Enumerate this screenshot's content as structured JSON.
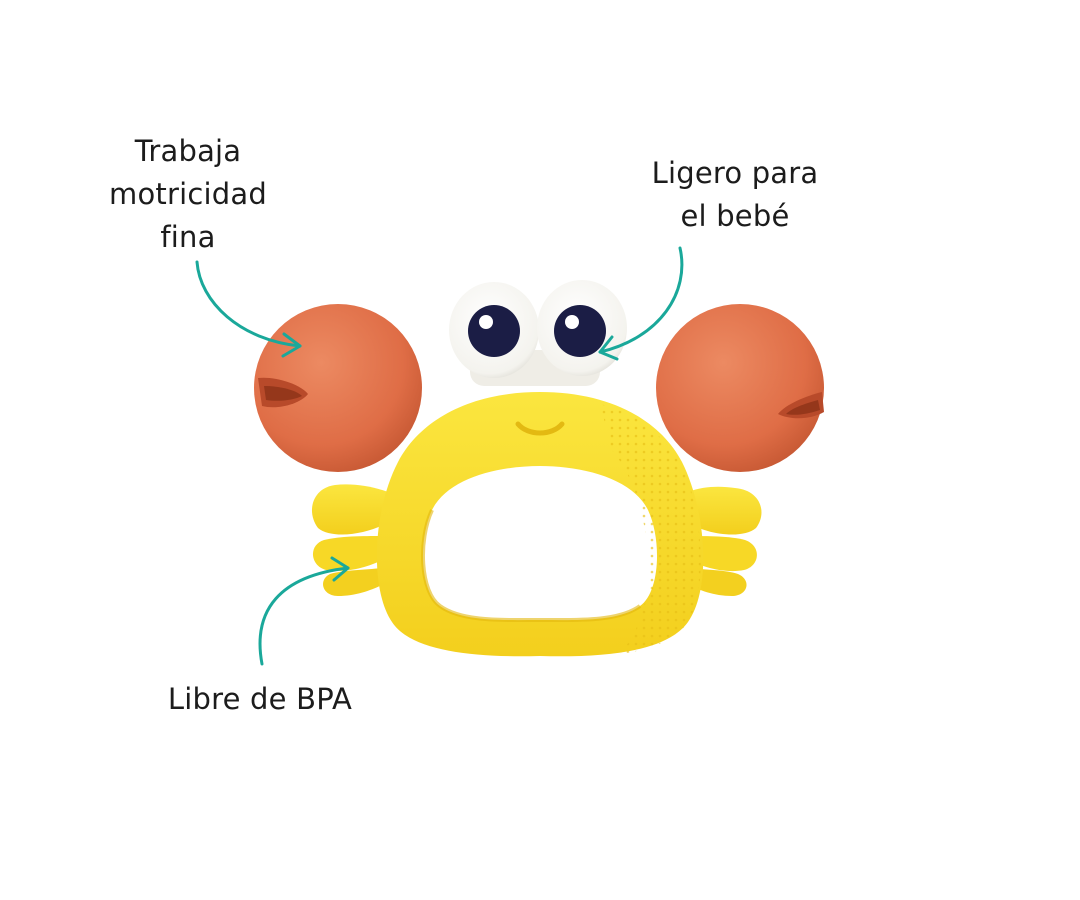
{
  "callouts": {
    "motricidad": "Trabaja\nmotricidad\nfina",
    "ligero": "Ligero para\nel bebé",
    "bpa": "Libre de BPA"
  },
  "colors": {
    "arrow": "#1aa89a",
    "body": "#f9dd2c",
    "body_shade": "#eec414",
    "claw": "#e0714a",
    "claw_shade": "#c95a36",
    "eye_white": "#fbfbf7",
    "pupil": "#1b1d45"
  },
  "icons": {
    "toy": "crab-rattle-toy",
    "arrows": "curved-arrow-icon"
  }
}
